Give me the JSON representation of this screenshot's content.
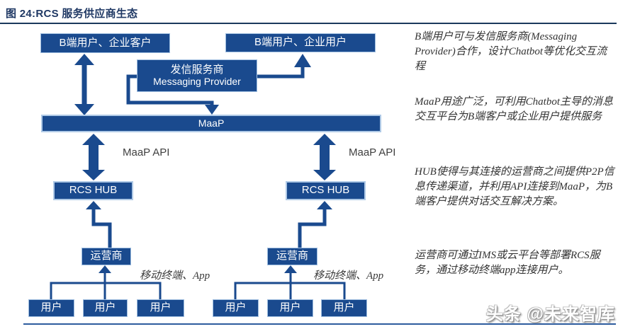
{
  "figure_title": "图 24:RCS 服务供应商生态",
  "diagram": {
    "nodes": {
      "b_user_left": "B端用户、企业客户",
      "b_user_right": "B端用户、企业用户",
      "messaging_provider_zh": "发信服务商",
      "messaging_provider_en": "Messaging Provider",
      "maap": "MaaP",
      "rcs_hub": "RCS HUB",
      "operator": "运营商",
      "user": "用户"
    },
    "labels": {
      "maap_api": "MaaP API",
      "mobile_terminal_app": "移动终端、App"
    }
  },
  "annotations": {
    "p1": "B端用户可与发信服务商(Messaging Provider)合作，设计Chatbot等优化交互流程",
    "p2": "MaaP用途广泛，可利用Chatbot主导的消息交互平台为B端客户或企业用户提供服务",
    "p3": "HUB使得与其连接的运营商之间提供P2P信息传递渠道，并利用API连接到MaaP，为B端客户提供对话交互解决方案。",
    "p4": "运营商可通过IMS或云平台等部署RCS服务，通过移动终端app连接用户。"
  },
  "watermark": "头条 @未来智库",
  "colors": {
    "box_fill": "#1A4A8E",
    "box_light_border": "#AFC9E6",
    "arrow": "#1A4A8E",
    "title_text": "#1F3864",
    "top_rule": "#1B3A5C",
    "bottom_rule": "#2D5C9E",
    "annotation_text": "#333333",
    "label_text": "#404040"
  }
}
